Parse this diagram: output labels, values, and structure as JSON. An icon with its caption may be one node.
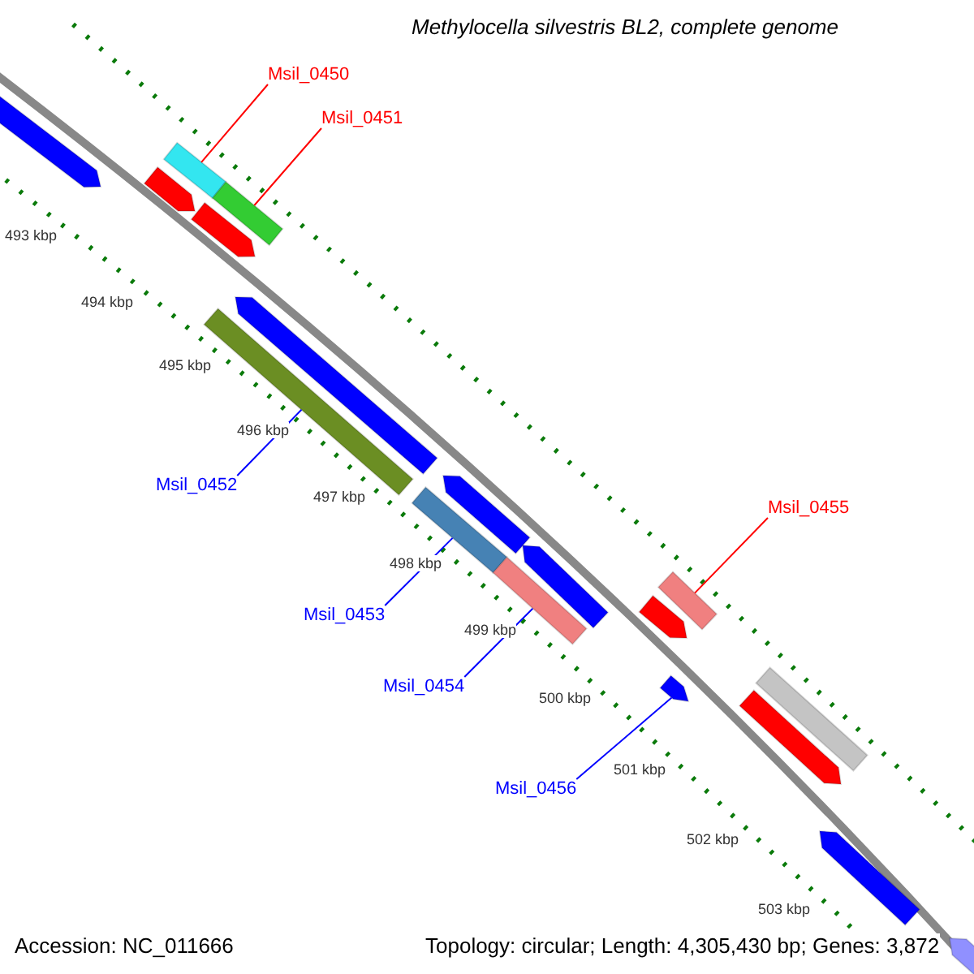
{
  "diagram": {
    "title": "Methylocella silvestris BL2, complete genome",
    "nodes": [
      {
        "text": [
          "Msil_0450"
        ]
      },
      {
        "text": [
          "Msil_0451"
        ]
      },
      {
        "text": [
          "Msil_0452"
        ]
      },
      {
        "text": [
          "Msil_0453"
        ]
      },
      {
        "text": [
          "Msil_0454"
        ]
      },
      {
        "text": [
          "Msil_0455"
        ]
      },
      {
        "text": [
          "Msil_0456"
        ]
      },
      {
        "text": [],
        "shape": "bar"
      },
      {
        "text": [],
        "shape": "bar"
      },
      {
        "text": [],
        "shape": "bar"
      },
      {
        "text": [],
        "shape": "bar"
      },
      {
        "text": [],
        "shape": "bar"
      },
      {
        "text": [],
        "shape": "bar"
      },
      {
        "text": [],
        "shape": "arrow"
      }
    ],
    "edges": [
      {
        "from": 0,
        "to": 7,
        "arrow": "none",
        "color": "#ff0000"
      },
      {
        "from": 1,
        "to": 8,
        "arrow": "none",
        "color": "#ff0000"
      },
      {
        "from": 2,
        "to": 9,
        "arrow": "none",
        "color": "#0000ff"
      },
      {
        "from": 3,
        "to": 10,
        "arrow": "none",
        "color": "#0000ff"
      },
      {
        "from": 4,
        "to": 11,
        "arrow": "none",
        "color": "#0000ff"
      },
      {
        "from": 5,
        "to": 12,
        "arrow": "none",
        "color": "#ff0000"
      },
      {
        "from": 6,
        "to": 13,
        "arrow": "none",
        "color": "#0000ff"
      }
    ],
    "labels": [
      "493 kbp",
      "494 kbp",
      "495 kbp",
      "496 kbp",
      "497 kbp",
      "498 kbp",
      "499 kbp",
      "500 kbp",
      "501 kbp",
      "502 kbp",
      "503 kbp",
      "Accession: NC_011666",
      "Topology: circular; Length: 4,305,430 bp; Genes: 3,872"
    ]
  }
}
